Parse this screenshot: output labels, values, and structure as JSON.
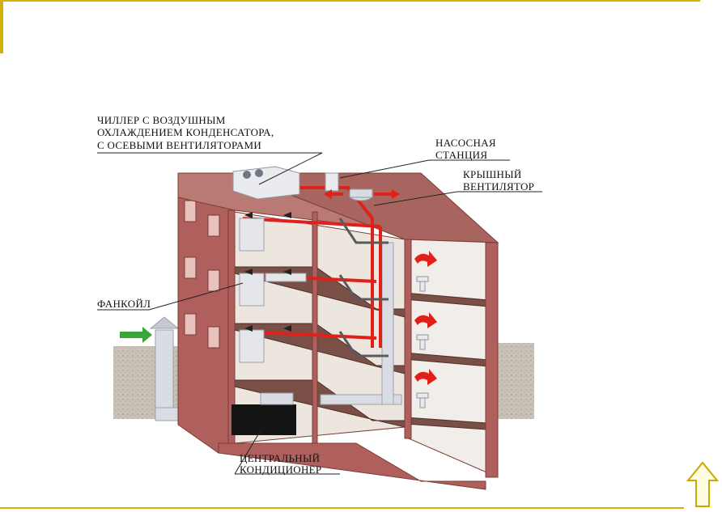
{
  "labels": {
    "chiller_line1": "ЧИЛЛЕР С  ВОЗДУШНЫМ",
    "chiller_line2": "ОХЛАЖДЕНИЕМ КОНДЕНСАТОРА,",
    "chiller_line3": "С  ОСЕВЫМИ ВЕНТИЛЯТОРАМИ",
    "pump_line1": "НАСОСНАЯ",
    "pump_line2": "СТАНЦИЯ",
    "fan_line1": "КРЫШНЫЙ",
    "fan_line2": "ВЕНТИЛЯТОР",
    "fancoil": "ФАНКОЙЛ",
    "ahu_line1": "ЦЕНТРАЛЬНЫЙ",
    "ahu_line2": "КОНДИЦИОНЕР"
  },
  "colors": {
    "accent_rule": "#d4b106",
    "wall": "#b0605c",
    "floor": "#7a4f45",
    "pipe_red": "#e0201a",
    "arrow_green": "#3aa63a"
  },
  "nav": {
    "icon": "up-arrow-icon"
  }
}
